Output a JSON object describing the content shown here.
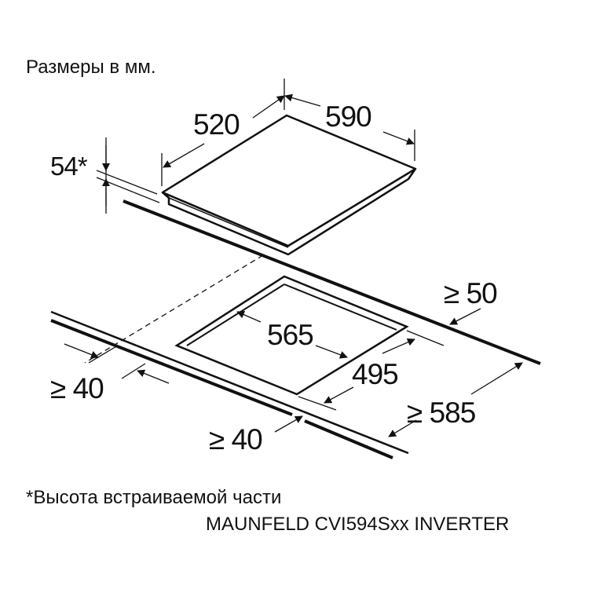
{
  "title": "Размеры в мм.",
  "dimensions": {
    "hob_depth": "520",
    "hob_width": "590",
    "built_in_height": "54*",
    "rear_clearance": "≥ 50",
    "cutout_width": "565",
    "cutout_depth": "495",
    "side_clearance": "≥ 40",
    "worktop_depth": "≥ 585",
    "front_clearance": "≥ 40"
  },
  "footnote": "*Высота встраиваемой части",
  "model": "MAUNFELD CVI594Sxx INVERTER"
}
